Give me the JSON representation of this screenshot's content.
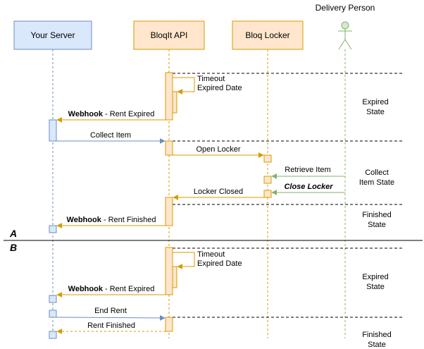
{
  "actors": {
    "server": "Your Server",
    "api": "BloqIt API",
    "locker": "Bloq Locker",
    "person": "Delivery Person"
  },
  "colors": {
    "server_fill": "#dae8fc",
    "server_stroke": "#6c8ebf",
    "api_fill": "#ffe6cc",
    "api_stroke": "#d79b00",
    "person_fill": "#d5e8d4",
    "person_stroke": "#82b366"
  },
  "icons": {
    "person": "stick-figure-actor-icon"
  },
  "sections": {
    "a": "A",
    "b": "B"
  },
  "messages": {
    "timeout_1": [
      "Timeout",
      "Expired Date"
    ],
    "webhook_expired_1": {
      "bold": "Webhook",
      "rest": " - Rent Expired"
    },
    "collect_item": "Collect Item",
    "open_locker": "Open Locker",
    "retrieve_item": "Retrieve Item",
    "close_locker": "Close Locker",
    "locker_closed": "Locker Closed",
    "webhook_finished": {
      "bold": "Webhook",
      "rest": " - Rent Finished"
    },
    "timeout_2": [
      "Timeout",
      "Expired Date"
    ],
    "webhook_expired_2": {
      "bold": "Webhook",
      "rest": " - Rent Expired"
    },
    "end_rent": "End Rent",
    "rent_finished": "Rent Finished"
  },
  "states": {
    "expired_1": [
      "Expired",
      "State"
    ],
    "collect": [
      "Collect",
      "Item State"
    ],
    "finished_1": [
      "Finished",
      "State"
    ],
    "expired_2": [
      "Expired",
      "State"
    ],
    "finished_2": [
      "Finished",
      "State"
    ]
  }
}
